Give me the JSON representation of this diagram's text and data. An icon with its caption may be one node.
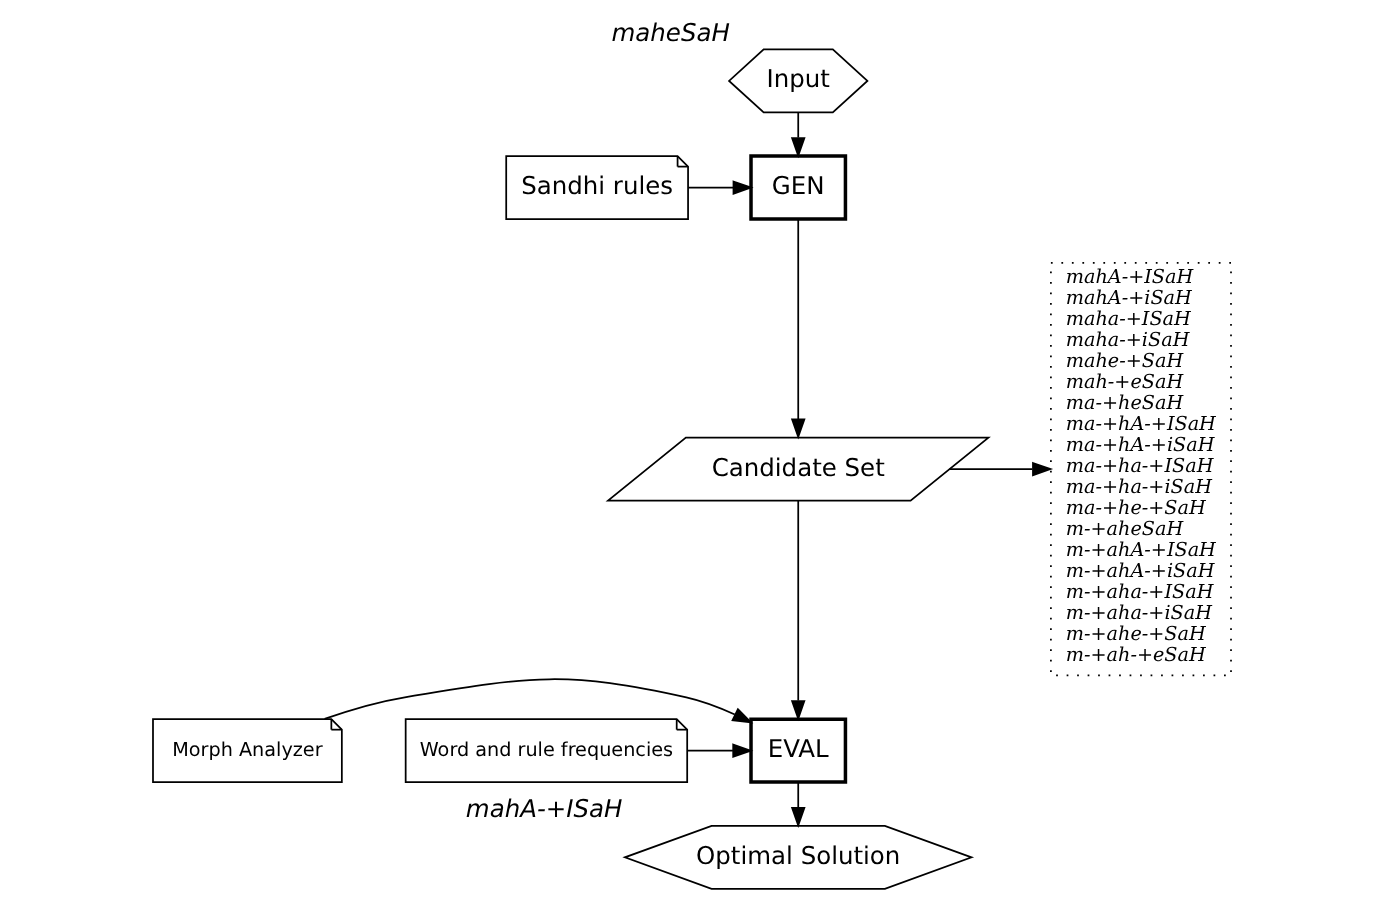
{
  "diagram": {
    "nodes": [
      {
        "text": [
          "Input"
        ],
        "beside": [
          "maheSaH"
        ]
      },
      {
        "text": [
          "GEN"
        ]
      },
      {
        "text": [
          "Sandhi rules"
        ]
      },
      {
        "text": [
          "Candidate Set"
        ]
      },
      {
        "text": [
          "mahA-+ISaH",
          "mahA-+iSaH",
          "maha-+ISaH",
          "maha-+iSaH",
          "mahe-+SaH",
          "mah-+eSaH",
          "ma-+heSaH",
          "ma-+hA-+ISaH",
          "ma-+hA-+iSaH",
          "ma-+ha-+ISaH",
          "ma-+ha-+iSaH",
          "ma-+he-+SaH",
          "m-+aheSaH",
          "m-+ahA-+ISaH",
          "m-+ahA-+iSaH",
          "m-+aha-+ISaH",
          "m-+aha-+iSaH",
          "m-+ahe-+SaH",
          "m-+ah-+eSaH"
        ]
      },
      {
        "text": [
          "EVAL"
        ]
      },
      {
        "text": [
          "Morph Analyzer"
        ]
      },
      {
        "text": [
          "Word and rule frequencies"
        ]
      },
      {
        "text": [
          "Optimal Solution"
        ],
        "beside": [
          "mahA-+ISaH"
        ]
      }
    ],
    "edges": [
      {
        "from": 0,
        "to": 1,
        "arrow": "to"
      },
      {
        "from": 2,
        "to": 1,
        "arrow": "to"
      },
      {
        "from": 1,
        "to": 3,
        "arrow": "to"
      },
      {
        "from": 3,
        "to": 4,
        "arrow": "to"
      },
      {
        "from": 3,
        "to": 5,
        "arrow": "to"
      },
      {
        "from": 6,
        "to": 5,
        "arrow": "to"
      },
      {
        "from": 7,
        "to": 5,
        "arrow": "to"
      },
      {
        "from": 5,
        "to": 8,
        "arrow": "to"
      }
    ]
  }
}
